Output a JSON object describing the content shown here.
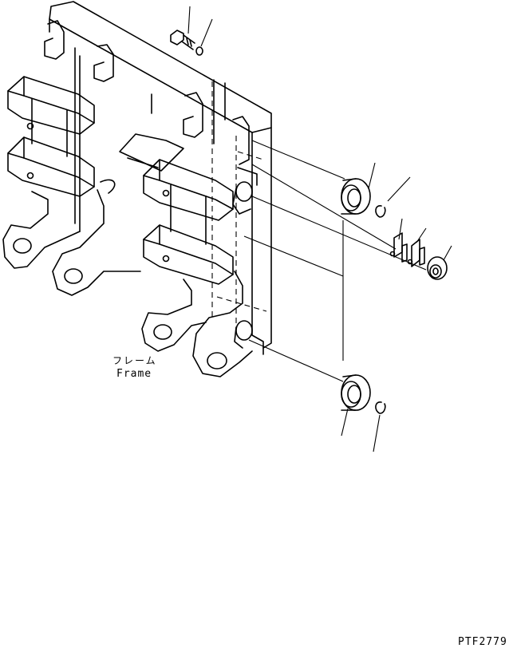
{
  "frame_label": {
    "japanese": "フレーム",
    "english": "Frame"
  },
  "drawing_code": "PTF2779"
}
